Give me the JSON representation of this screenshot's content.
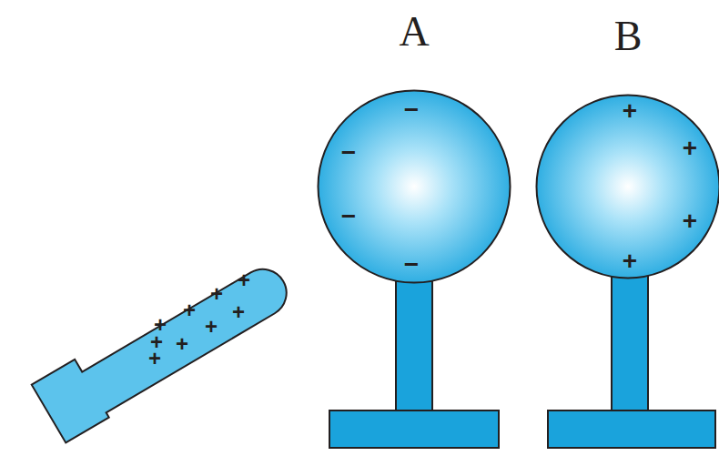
{
  "diagram": {
    "nodes": [
      {
        "text": [
          "A"
        ]
      },
      {
        "text": [
          "B"
        ]
      }
    ],
    "labels": [
      "−",
      "−",
      "−",
      "−",
      "+",
      "+",
      "+",
      "+",
      "+",
      "+",
      "+",
      "+",
      "+",
      "+",
      "+",
      "+",
      "+"
    ]
  }
}
